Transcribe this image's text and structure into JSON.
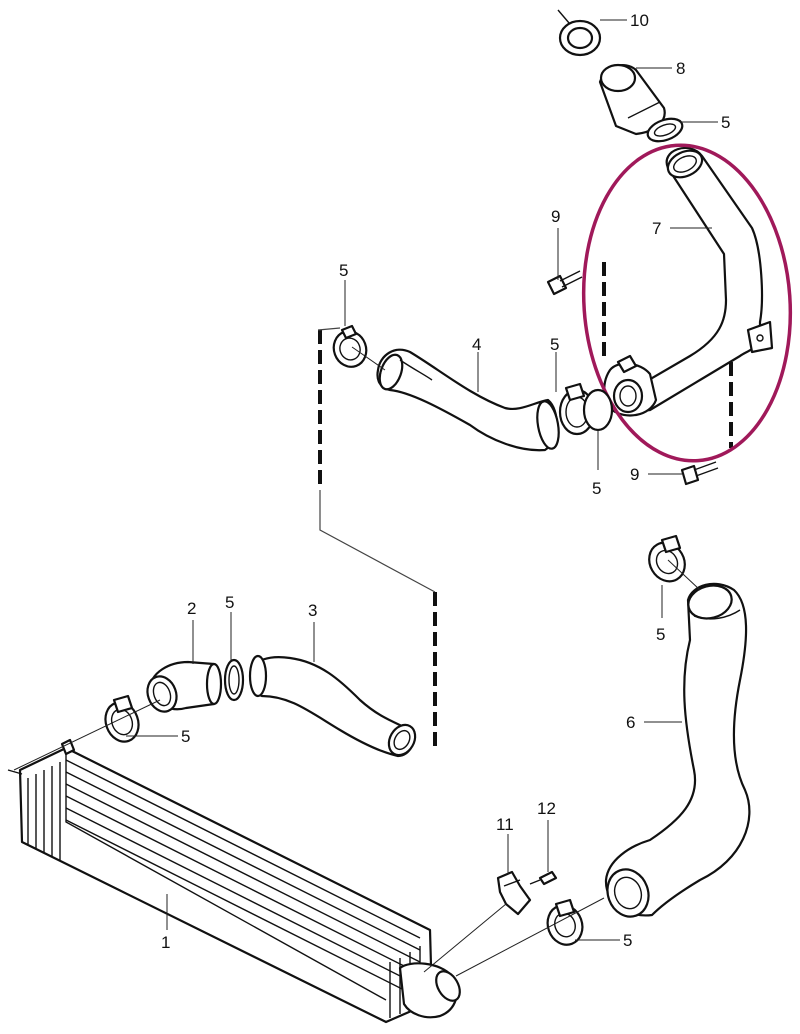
{
  "diagram": {
    "callouts": [
      {
        "id": "c10",
        "label": "10"
      },
      {
        "id": "c8",
        "label": "8"
      },
      {
        "id": "c5a",
        "label": "5"
      },
      {
        "id": "c9a",
        "label": "9"
      },
      {
        "id": "c7",
        "label": "7"
      },
      {
        "id": "c5b",
        "label": "5"
      },
      {
        "id": "c4",
        "label": "4"
      },
      {
        "id": "c5c",
        "label": "5"
      },
      {
        "id": "c5d",
        "label": "5"
      },
      {
        "id": "c9b",
        "label": "9"
      },
      {
        "id": "c5e",
        "label": "5"
      },
      {
        "id": "c6",
        "label": "6"
      },
      {
        "id": "c2",
        "label": "2"
      },
      {
        "id": "c5f",
        "label": "5"
      },
      {
        "id": "c3",
        "label": "3"
      },
      {
        "id": "c5g",
        "label": "5"
      },
      {
        "id": "c1",
        "label": "1"
      },
      {
        "id": "c11",
        "label": "11"
      },
      {
        "id": "c12",
        "label": "12"
      },
      {
        "id": "c5h",
        "label": "5"
      }
    ],
    "highlight_color": "#a0195a",
    "line_color": "#111111"
  }
}
